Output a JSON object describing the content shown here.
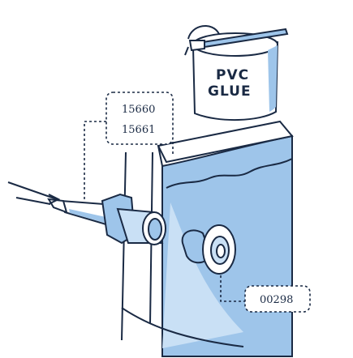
{
  "diagram": {
    "glue_can": {
      "line1": "PVC",
      "line2": "GLUE"
    },
    "callouts": [
      {
        "id": "upper-top",
        "text": "15660"
      },
      {
        "id": "upper-bottom",
        "text": "15661"
      },
      {
        "id": "lower",
        "text": "00298"
      }
    ]
  },
  "colors": {
    "ink": "#1a2a44",
    "pool_blue": "#9ec5ea",
    "pool_blue_light": "#c9e0f5",
    "white": "#ffffff"
  }
}
